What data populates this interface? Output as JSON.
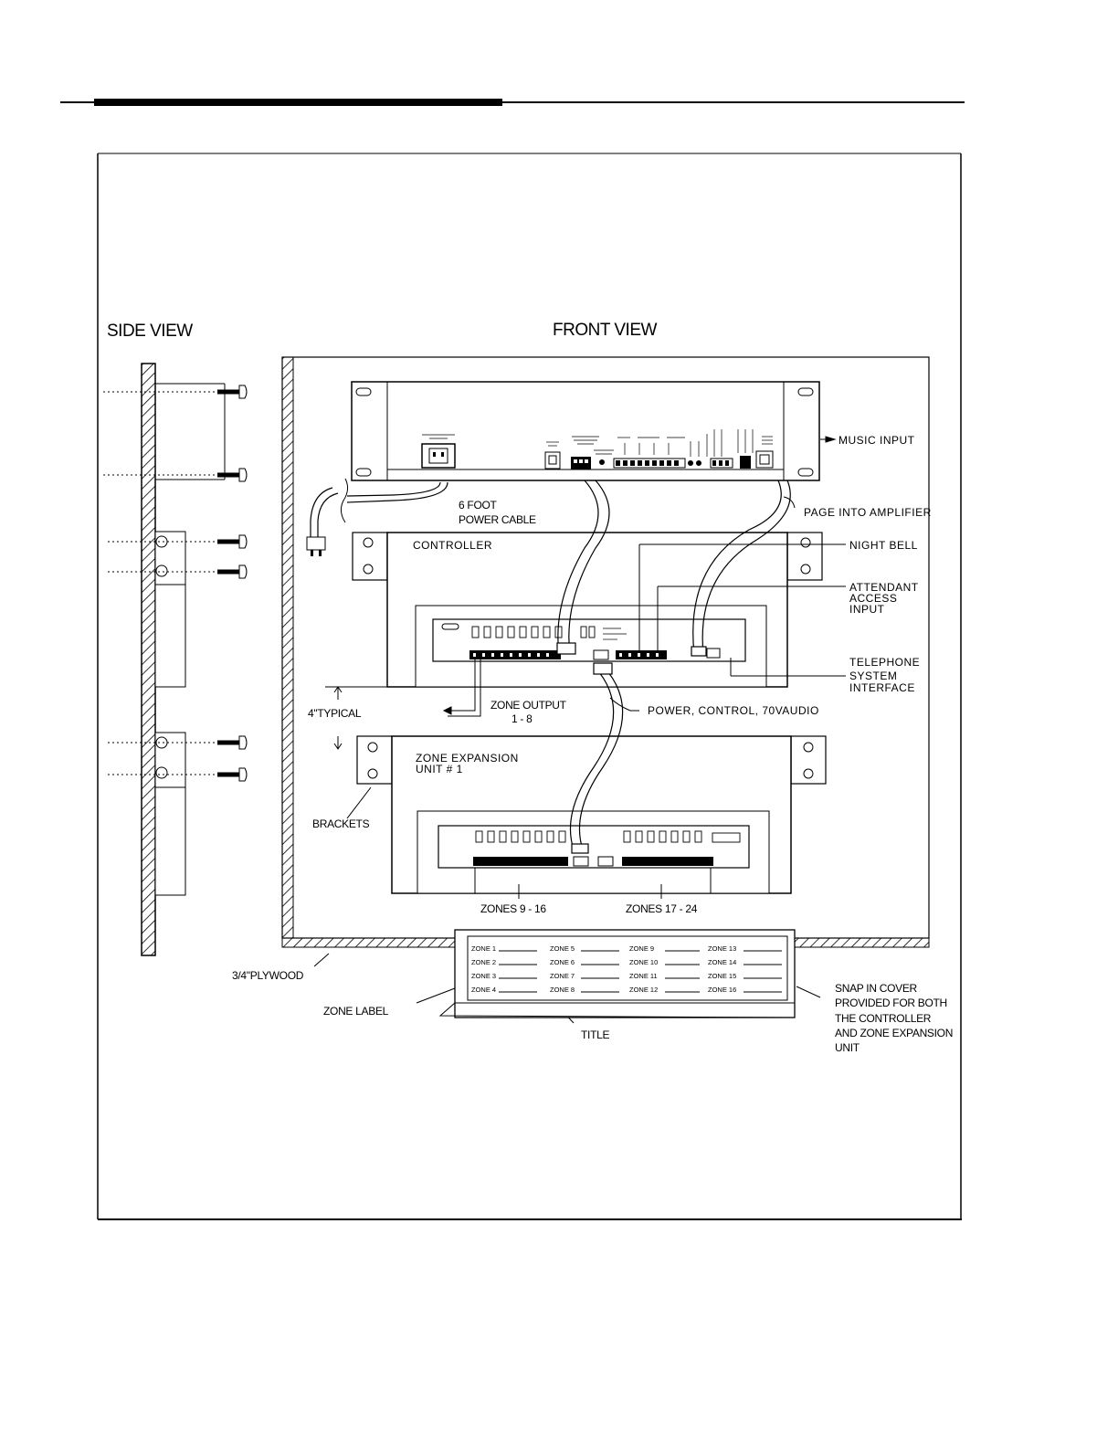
{
  "views": {
    "side": "SIDE VIEW",
    "front": "FRONT VIEW"
  },
  "callouts": {
    "music_input": "MUSIC INPUT",
    "power_cable_1": "6 FOOT",
    "power_cable_2": "POWER CABLE",
    "page_into_amp": "PAGE INTO AMPLIFIER",
    "controller": "CONTROLLER",
    "night_bell": "NIGHT BELL",
    "attendant_1": "ATTENDANT",
    "attendant_2": "ACCESS",
    "attendant_3": "INPUT",
    "telephone_1": "TELEPHONE",
    "telephone_2": "SYSTEM",
    "telephone_3": "INTERFACE",
    "typical": "4\"TYPICAL",
    "zone_output_1": "ZONE OUTPUT",
    "zone_output_2": "1 - 8",
    "power_control": "POWER, CONTROL, 70VAUDIO",
    "zone_exp_1": "ZONE EXPANSION",
    "zone_exp_2": "UNIT # 1",
    "brackets": "BRACKETS",
    "zones_9_16": "ZONES 9 - 16",
    "zones_17_24": "ZONES 17 - 24",
    "plywood": "3/4\"PLYWOOD",
    "zone_label": "ZONE LABEL",
    "title": "TITLE",
    "snap_1": "SNAP IN COVER",
    "snap_2": "PROVIDED FOR BOTH",
    "snap_3": "THE CONTROLLER",
    "snap_4": "AND ZONE EXPANSION",
    "snap_5": "UNIT"
  },
  "zone_label_card": {
    "col1": [
      "ZONE 1",
      "ZONE 2",
      "ZONE 3",
      "ZONE 4"
    ],
    "col2": [
      "ZONE 5",
      "ZONE 6",
      "ZONE 7",
      "ZONE 8"
    ],
    "col3": [
      "ZONE 9",
      "ZONE 10",
      "ZONE 11",
      "ZONE 12"
    ],
    "col4": [
      "ZONE 13",
      "ZONE 14",
      "ZONE 15",
      "ZONE 16"
    ]
  }
}
